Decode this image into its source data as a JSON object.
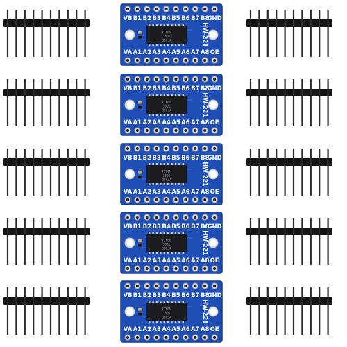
{
  "scene": {
    "background": "#ffffff",
    "pcb_color": "#1f4fb4",
    "pcb_edge_color": "#163c8c",
    "pad_color": "#d8d8d8",
    "header_plastic_color": "#151515",
    "header_pin_color": "#2a2a2a"
  },
  "boards": {
    "count": 5,
    "top_labels": [
      "VB",
      "B1",
      "B2",
      "B3",
      "B4",
      "B5",
      "B6",
      "B7",
      "B8",
      "GND"
    ],
    "bottom_labels": [
      "VA",
      "A1",
      "A2",
      "A3",
      "A4",
      "A5",
      "A6",
      "A7",
      "A8",
      "OE"
    ],
    "model_label": "HW-221",
    "chip_marking": [
      "YF08E",
      "T08E",
      "N99J4"
    ]
  },
  "pin_headers": {
    "count": 10,
    "pins_per_strip": 10
  }
}
